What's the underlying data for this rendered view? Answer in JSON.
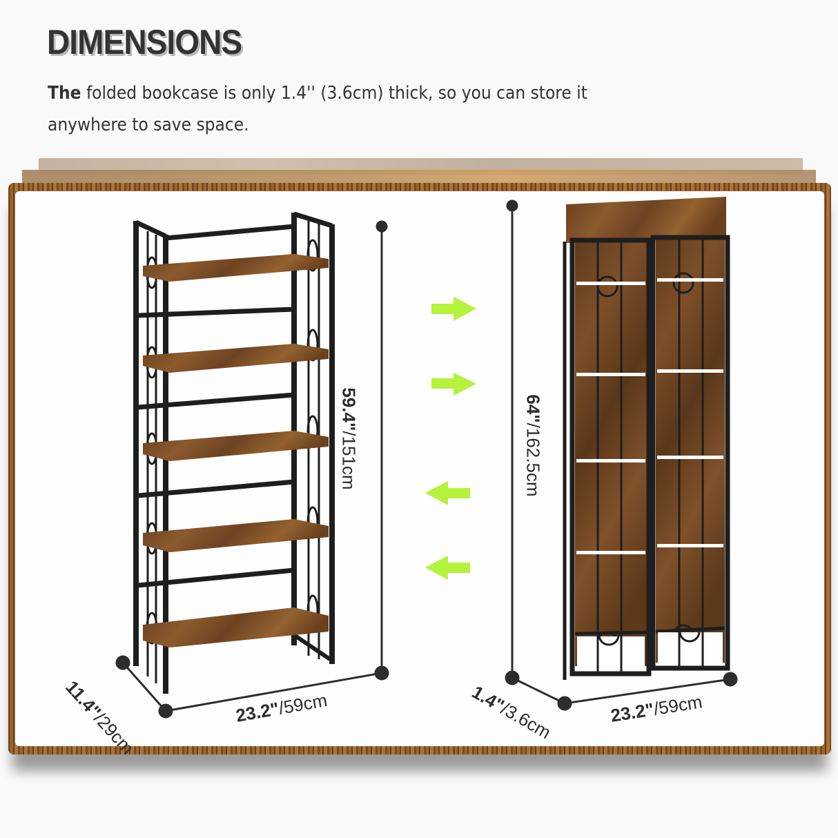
{
  "header": {
    "title": "DIMENSIONS",
    "description_bold": "The",
    "description_rest": " folded bookcase is only 1.4'' (3.6cm) thick, so you can store it anywhere to save space."
  },
  "unfolded": {
    "height_in": "59.4\"",
    "height_cm": "/151cm",
    "width_in": "23.2\"",
    "width_cm": "/59cm",
    "depth_in": "11.4\"",
    "depth_cm": "/29cm",
    "shelves": 5
  },
  "folded": {
    "height_in": "64\"",
    "height_cm": "/162.5cm",
    "width_in": "23.2\"",
    "width_cm": "/59cm",
    "depth_in": "1.4\"",
    "depth_cm": "/3.6cm"
  },
  "arrows": [
    {
      "direction": "right"
    },
    {
      "direction": "right"
    },
    {
      "direction": "left"
    },
    {
      "direction": "left"
    }
  ],
  "colors": {
    "arrow": "#b4f23c",
    "frame": "#1e1e1e",
    "wood": "#7a4a24",
    "dimension_line": "#2d2d2d",
    "text": "#333333"
  }
}
